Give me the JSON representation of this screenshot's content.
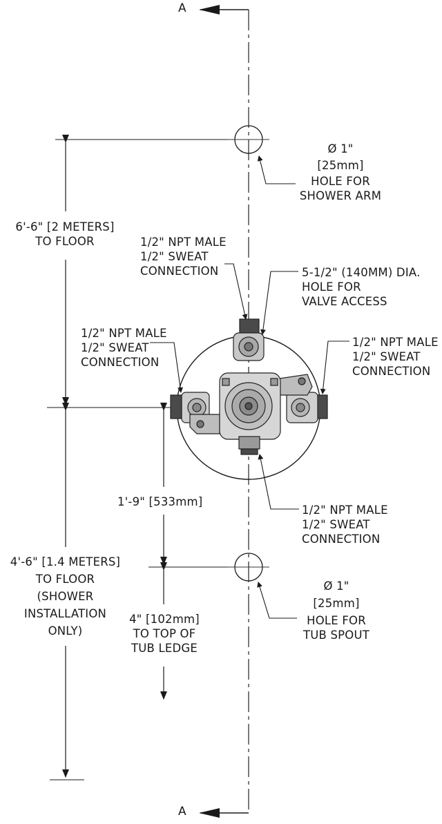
{
  "section_marks": {
    "top": "A",
    "bottom": "A"
  },
  "shower_arm_hole": {
    "dia": "Ø 1\"",
    "mm": "[25mm]",
    "line1": "HOLE FOR",
    "line2": "SHOWER ARM"
  },
  "shower_height": {
    "line1": "6'-6\" [2 METERS]",
    "line2": "TO FLOOR"
  },
  "top_connection": {
    "line1": "1/2\" NPT MALE",
    "line2": "1/2\" SWEAT",
    "line3": "CONNECTION"
  },
  "valve_access": {
    "line1": "5-1/2\" (140MM) DIA.",
    "line2": "HOLE FOR",
    "line3": "VALVE ACCESS"
  },
  "left_connection": {
    "line1": "1/2\" NPT MALE",
    "line2": "1/2\" SWEAT",
    "line3": "CONNECTION"
  },
  "right_connection": {
    "line1": "1/2\" NPT MALE",
    "line2": "1/2\" SWEAT",
    "line3": "CONNECTION"
  },
  "bottom_connection": {
    "line1": "1/2\" NPT MALE",
    "line2": "1/2\" SWEAT",
    "line3": "CONNECTION"
  },
  "spout_offset": {
    "text": "1'-9\" [533mm]"
  },
  "valve_height": {
    "line1": "4'-6\" [1.4 METERS]",
    "line2": "TO FLOOR",
    "line3": "(SHOWER",
    "line4": "INSTALLATION",
    "line5": "ONLY)"
  },
  "tub_ledge": {
    "line1": "4\" [102mm]",
    "line2": "TO TOP OF",
    "line3": "TUB LEDGE"
  },
  "tub_spout_hole": {
    "dia": "Ø 1\"",
    "mm": "[25mm]",
    "line1": "HOLE FOR",
    "line2": "TUB SPOUT"
  }
}
